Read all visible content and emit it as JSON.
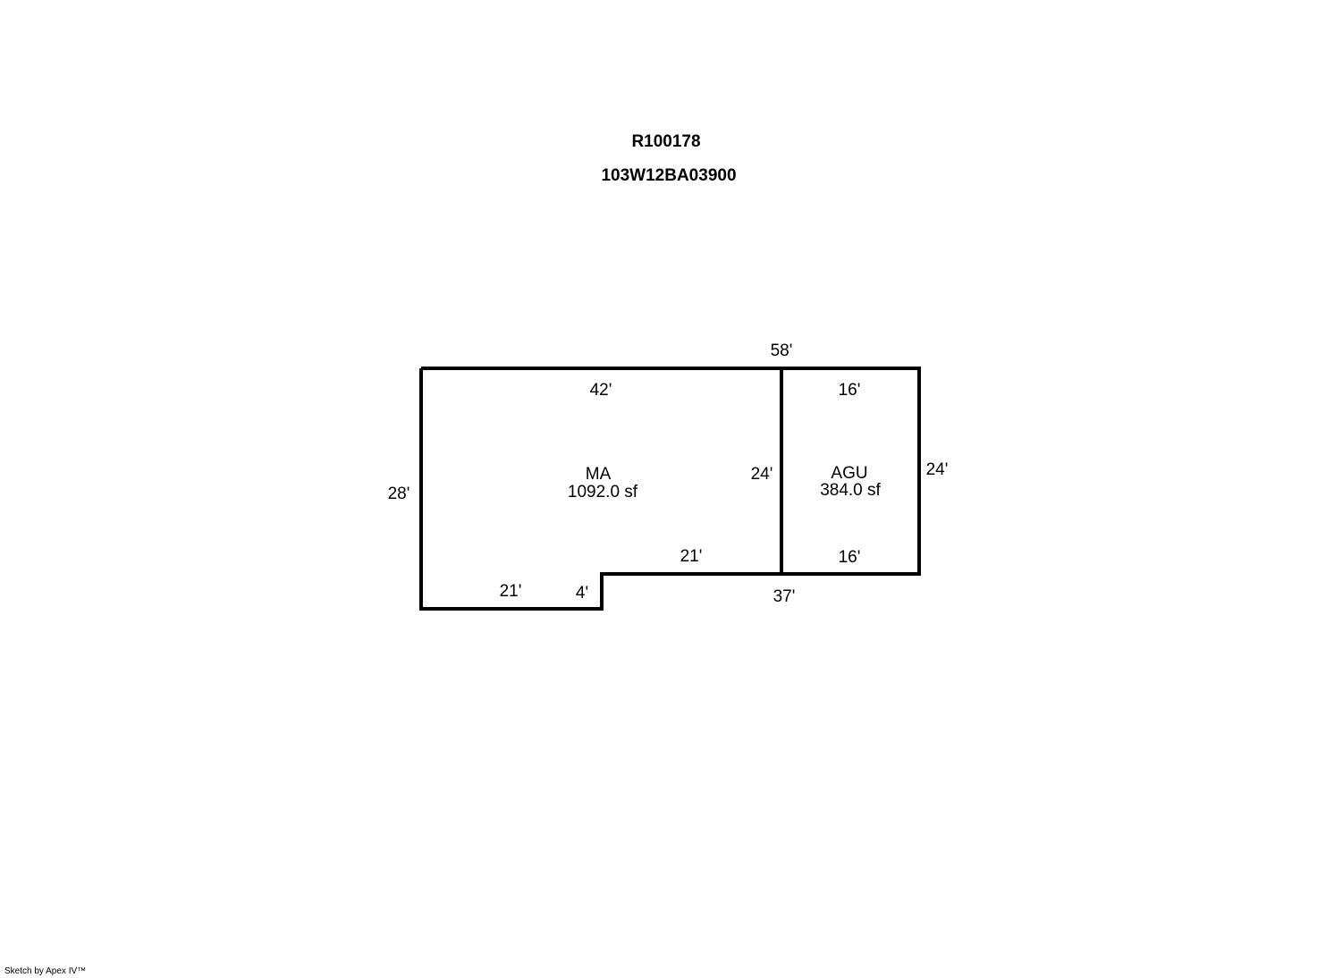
{
  "header": {
    "id_line1": "R100178",
    "id_line2": "103W12BA03900"
  },
  "areas": [
    {
      "code": "MA",
      "size": "1092.0 sf"
    },
    {
      "code": "AGU",
      "size": "384.0 sf"
    }
  ],
  "dimensions": {
    "overall_top": "58'",
    "ma_top": "42'",
    "ma_left": "28'",
    "ma_shared": "24'",
    "ma_bottom_right": "21'",
    "ma_bottom_left": "21'",
    "ma_notch": "4'",
    "overall_bottom": "37'",
    "agu_top": "16'",
    "agu_right": "24'",
    "agu_bottom": "16'"
  },
  "footer": "Sketch by Apex IV™"
}
